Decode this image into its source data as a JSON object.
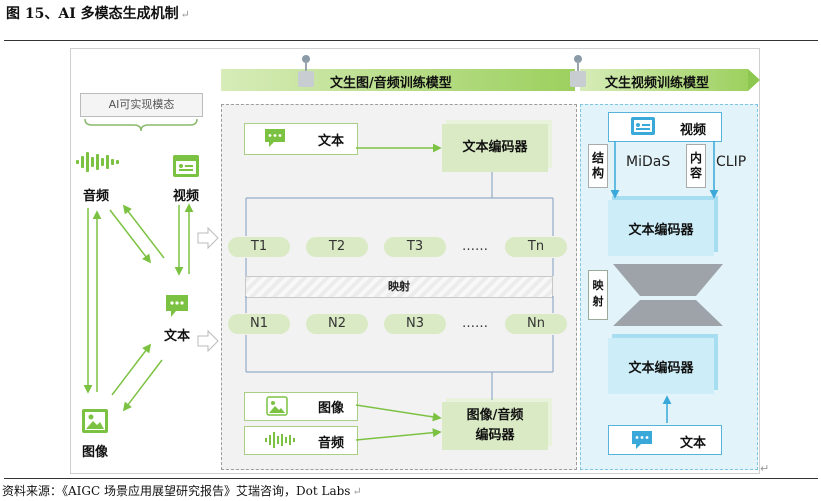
{
  "figure": {
    "title": "图 15、AI 多模态生成机制",
    "source": "资料来源：《AIGC 场景应用展望研究报告》艾瑞咨询，Dot Labs"
  },
  "header": {
    "left_bar_label": "文生图/音频训练模型",
    "right_bar_label": "文生视频训练模型"
  },
  "modalities": {
    "group_label": "AI可实现模态",
    "audio": "音频",
    "video": "视频",
    "text": "文本",
    "image": "图像"
  },
  "left_model": {
    "text_input": "文本",
    "text_encoder": "文本编码器",
    "t_tokens": [
      "T1",
      "T2",
      "T3",
      "……",
      "Tn"
    ],
    "mapping": "映射",
    "n_tokens": [
      "N1",
      "N2",
      "N3",
      "……",
      "Nn"
    ],
    "image_input": "图像",
    "audio_input": "音频",
    "image_audio_encoder": "图像/音频\n编码器"
  },
  "right_model": {
    "video_input": "视频",
    "structure": "结构",
    "midas": "MiDaS",
    "content": "内容",
    "clip": "CLIP",
    "text_encoder_top": "文本编码器",
    "mapping": "映射",
    "text_encoder_bottom": "文本编码器",
    "text_input": "文本"
  },
  "colors": {
    "green_accent": "#7cc242",
    "green_light": "#d9eac4",
    "blue_accent": "#3aa8d8",
    "blue_light": "#cdeef9"
  }
}
